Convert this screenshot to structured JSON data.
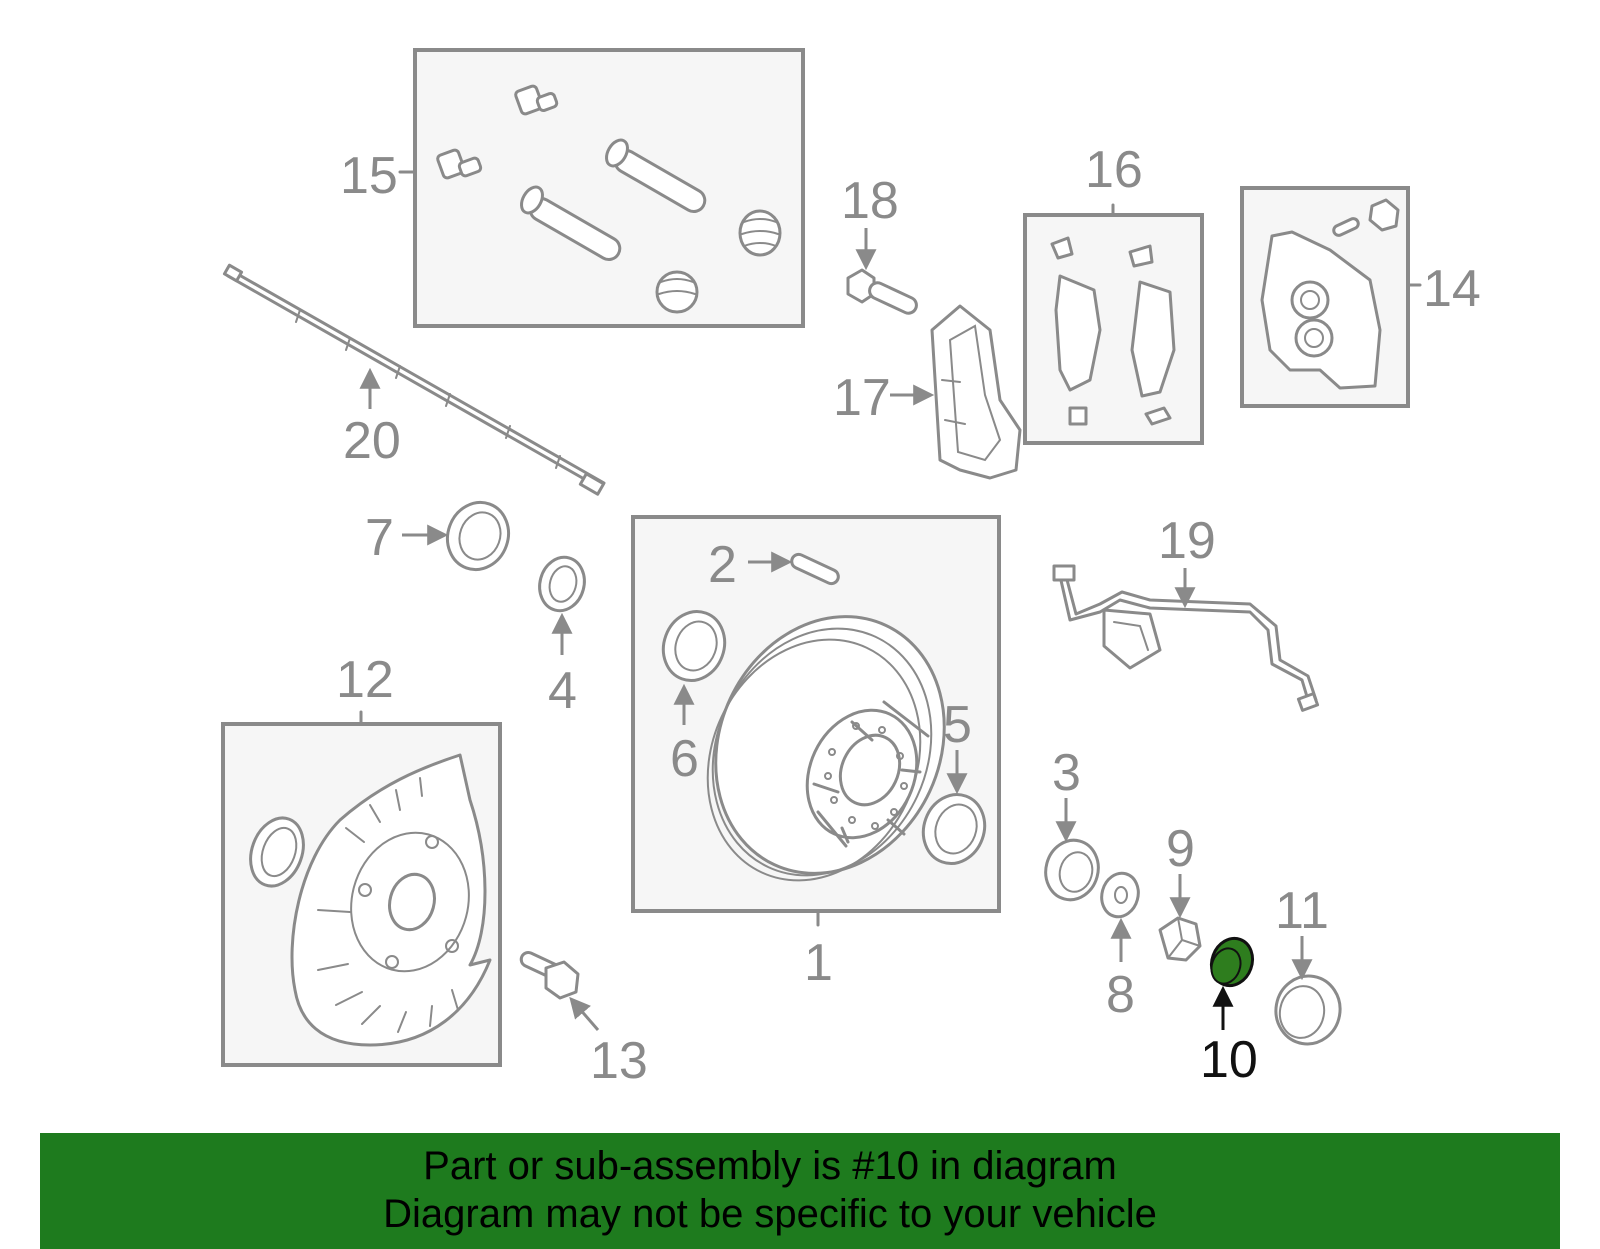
{
  "callouts": {
    "c1": "1",
    "c2": "2",
    "c3": "3",
    "c4": "4",
    "c5": "5",
    "c6": "6",
    "c7": "7",
    "c8": "8",
    "c9": "9",
    "c10": "10",
    "c11": "11",
    "c12": "12",
    "c13": "13",
    "c14": "14",
    "c15": "15",
    "c16": "16",
    "c17": "17",
    "c18": "18",
    "c19": "19",
    "c20": "20"
  },
  "highlighted_part": "10",
  "colors": {
    "highlight": "#2e7d1e",
    "banner": "#1e7b1e",
    "line_art": "#8a8a8a"
  },
  "banner": {
    "line1": "Part or sub-assembly is #10 in diagram",
    "line2": "Diagram may not be specific to your vehicle"
  }
}
